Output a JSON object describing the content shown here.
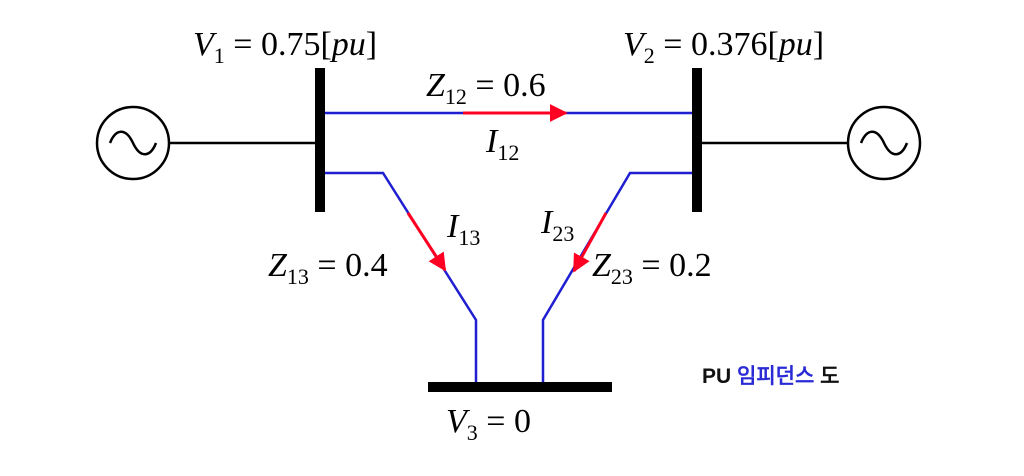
{
  "labels": {
    "v1": {
      "var": "V",
      "sub": "1",
      "eq": " = 0.75",
      "unit": "[",
      "unit_var": "pu",
      "unit_close": "]"
    },
    "v2": {
      "var": "V",
      "sub": "2",
      "eq": " = 0.376",
      "unit": "[",
      "unit_var": "pu",
      "unit_close": "]"
    },
    "v3": {
      "var": "V",
      "sub": "3",
      "eq": " = 0"
    },
    "z12": {
      "var": "Z",
      "sub": "12",
      "eq": " = 0.6"
    },
    "z13": {
      "var": "Z",
      "sub": "13",
      "eq": " = 0.4"
    },
    "z23": {
      "var": "Z",
      "sub": "23",
      "eq": " = 0.2"
    },
    "i12": {
      "var": "I",
      "sub": "12"
    },
    "i13": {
      "var": "I",
      "sub": "13"
    },
    "i23": {
      "var": "I",
      "sub": "23"
    }
  },
  "caption": {
    "prefix": "PU ",
    "highlight": "임피던스",
    "suffix": " 도"
  },
  "colors": {
    "bus": "#000000",
    "line": "#1f1fd1",
    "current_arrow": "#ff0022",
    "caption_highlight": "#2b2bd6",
    "caption_text": "#111111"
  },
  "icons": {
    "generator": "ac-sine-source-icon"
  }
}
